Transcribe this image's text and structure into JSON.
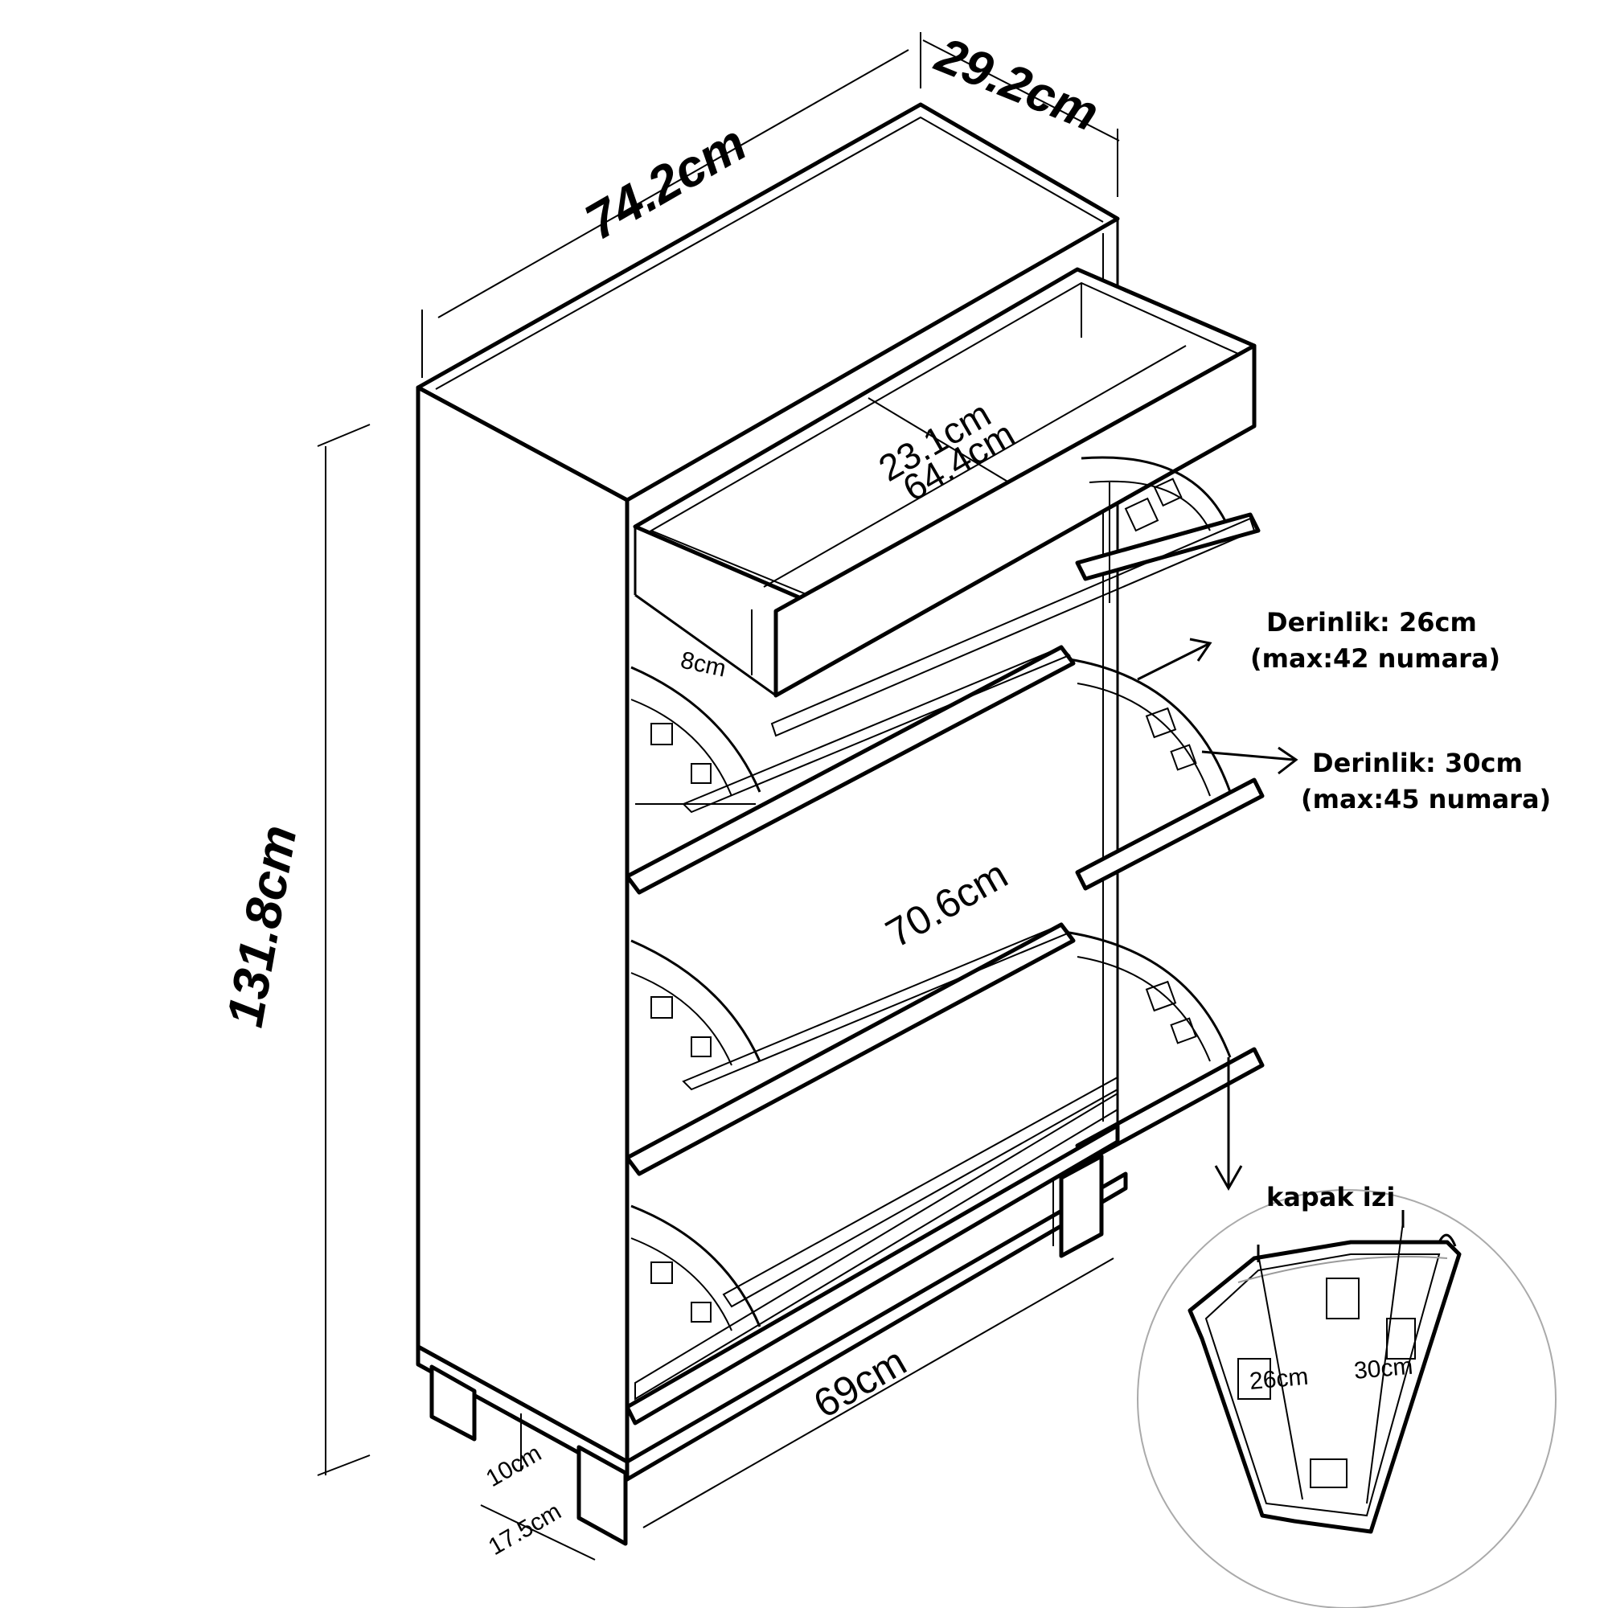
{
  "dimensions": {
    "width": "74.2cm",
    "depth": "29.2cm",
    "height": "131.8cm",
    "drawer_depth": "23.1cm",
    "drawer_width": "64.4cm",
    "drawer_height": "8cm",
    "flap_width": "70.6cm",
    "base_width": "69cm",
    "leg_height": "10cm",
    "leg_depth": "17.5cm"
  },
  "callouts": {
    "upper_depth": "Derinlik: 26cm",
    "upper_max": "(max:42 numara)",
    "lower_depth": "Derinlik: 30cm",
    "lower_max": "(max:45 numara)"
  },
  "detail": {
    "title": "kapak izi",
    "left_label": "26cm",
    "right_label": "30cm"
  }
}
